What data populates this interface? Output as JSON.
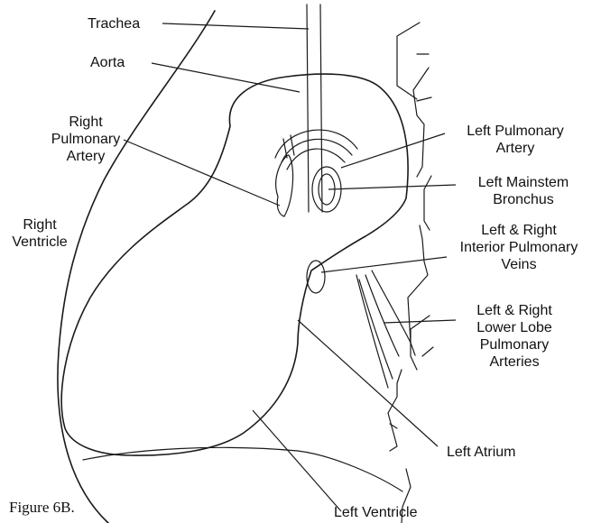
{
  "labels": {
    "trachea": "Trachea",
    "aorta": "Aorta",
    "right_pulmonary_artery": [
      "Right",
      "Pulmonary",
      "Artery"
    ],
    "right_ventricle": [
      "Right",
      "Ventricle"
    ],
    "left_pulmonary_artery": [
      "Left Pulmonary",
      "Artery"
    ],
    "left_mainstem_bronchus": [
      "Left Mainstem",
      "Bronchus"
    ],
    "interior_pulmonary_veins": [
      "Left & Right",
      "Interior Pulmonary",
      "Veins"
    ],
    "lower_lobe_pulmonary_arteries": [
      "Left & Right",
      "Lower Lobe",
      "Pulmonary",
      "Arteries"
    ],
    "left_atrium": "Left Atrium",
    "left_ventricle": "Left Ventricle"
  },
  "caption": "Figure 6B."
}
